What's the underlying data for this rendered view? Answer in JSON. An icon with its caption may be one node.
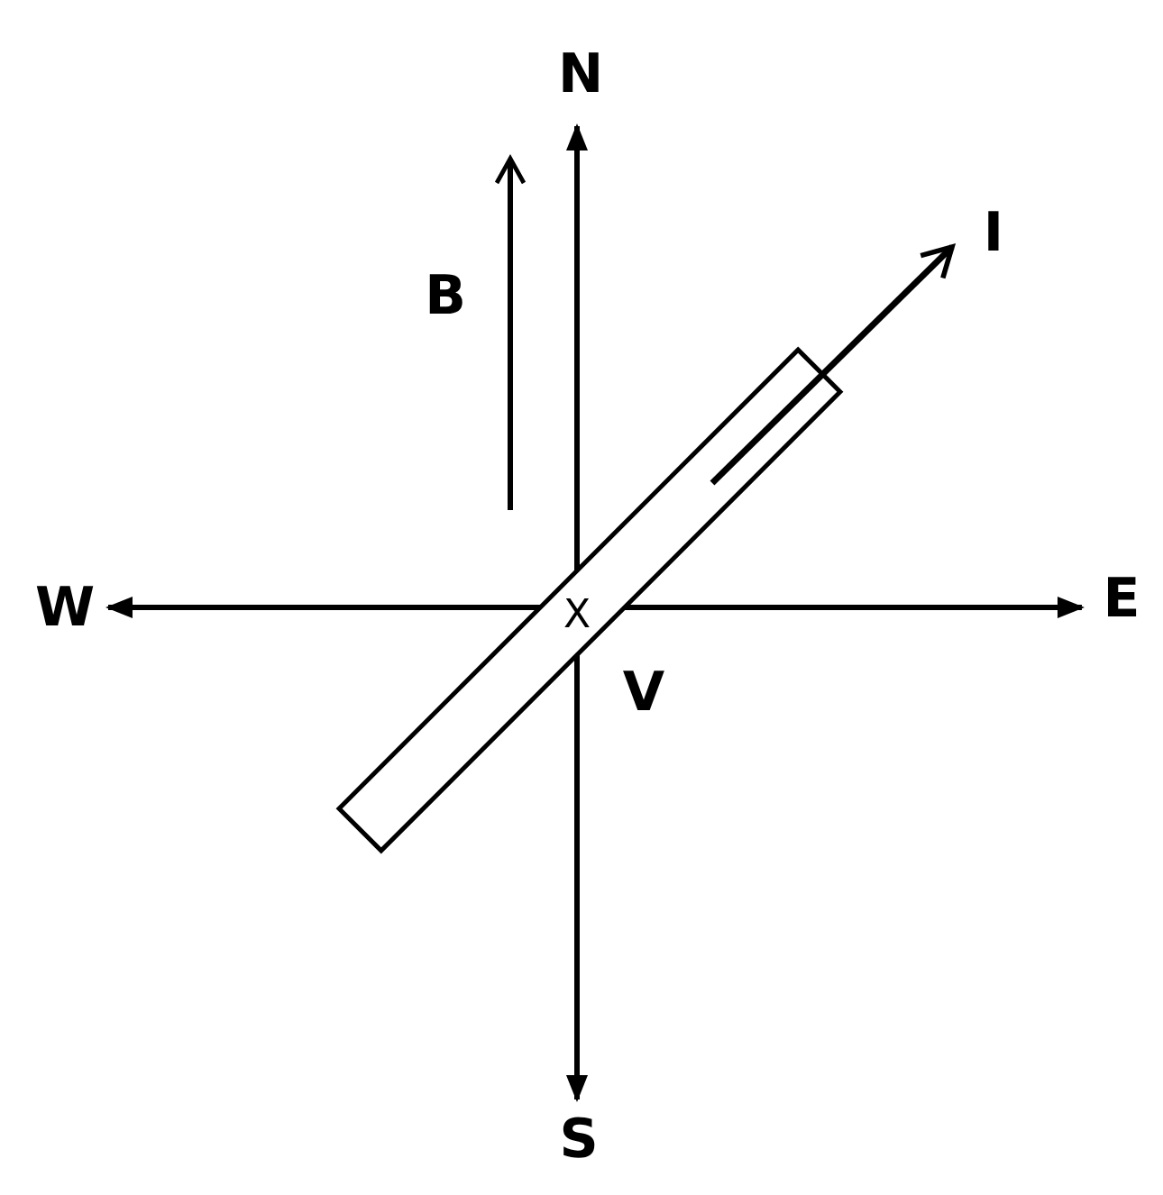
{
  "diagram": {
    "labels": [
      "N",
      "B",
      "I",
      "W",
      "X",
      "E",
      "V",
      "S"
    ]
  }
}
